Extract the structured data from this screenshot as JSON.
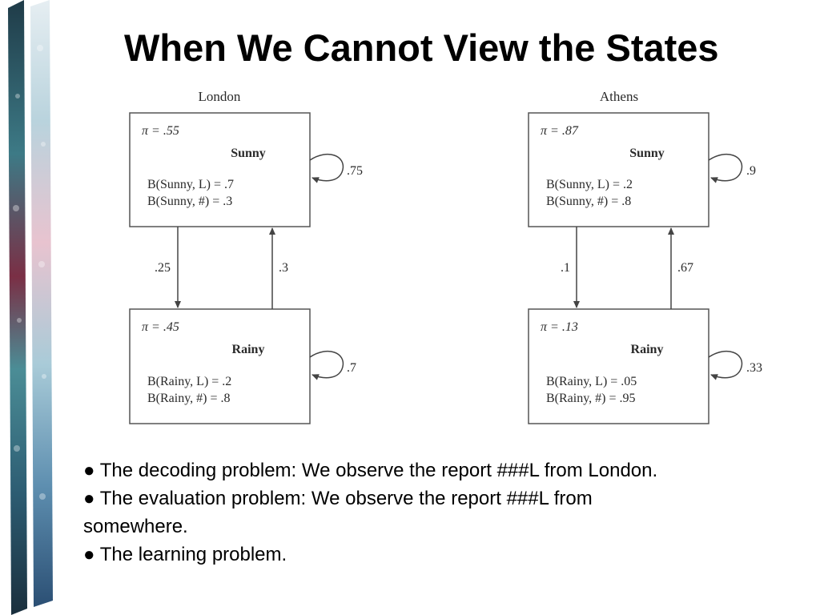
{
  "slide": {
    "title": "When We Cannot View the States"
  },
  "colors": {
    "box_stroke": "#555555",
    "text": "#2a2a2a",
    "deco_dark": "#1d3a4a",
    "deco_teal": "#3e8a8f",
    "deco_light": "#c9dde6",
    "deco_pink": "#c06a8a"
  },
  "diagrams": [
    {
      "city": "London",
      "states": [
        {
          "name": "Sunny",
          "pi": "π = .55",
          "emission_l": "B(Sunny, L) = .7",
          "emission_hash": "B(Sunny, #) = .3",
          "self_loop": ".75"
        },
        {
          "name": "Rainy",
          "pi": "π = .45",
          "emission_l": "B(Rainy, L) = .2",
          "emission_hash": "B(Rainy, #) = .8",
          "self_loop": ".7"
        }
      ],
      "transition_down": ".25",
      "transition_up": ".3"
    },
    {
      "city": "Athens",
      "states": [
        {
          "name": "Sunny",
          "pi": "π = .87",
          "emission_l": "B(Sunny, L) = .2",
          "emission_hash": "B(Sunny, #) = .8",
          "self_loop": ".9"
        },
        {
          "name": "Rainy",
          "pi": "π = .13",
          "emission_l": "B(Rainy, L) = .05",
          "emission_hash": "B(Rainy, #) = .95",
          "self_loop": ".33"
        }
      ],
      "transition_down": ".1",
      "transition_up": ".67"
    }
  ],
  "bullets": [
    "● The decoding problem: We observe the report ###L from London.",
    "● The evaluation problem: We observe the report ###L from",
    "somewhere.",
    "● The learning problem."
  ]
}
